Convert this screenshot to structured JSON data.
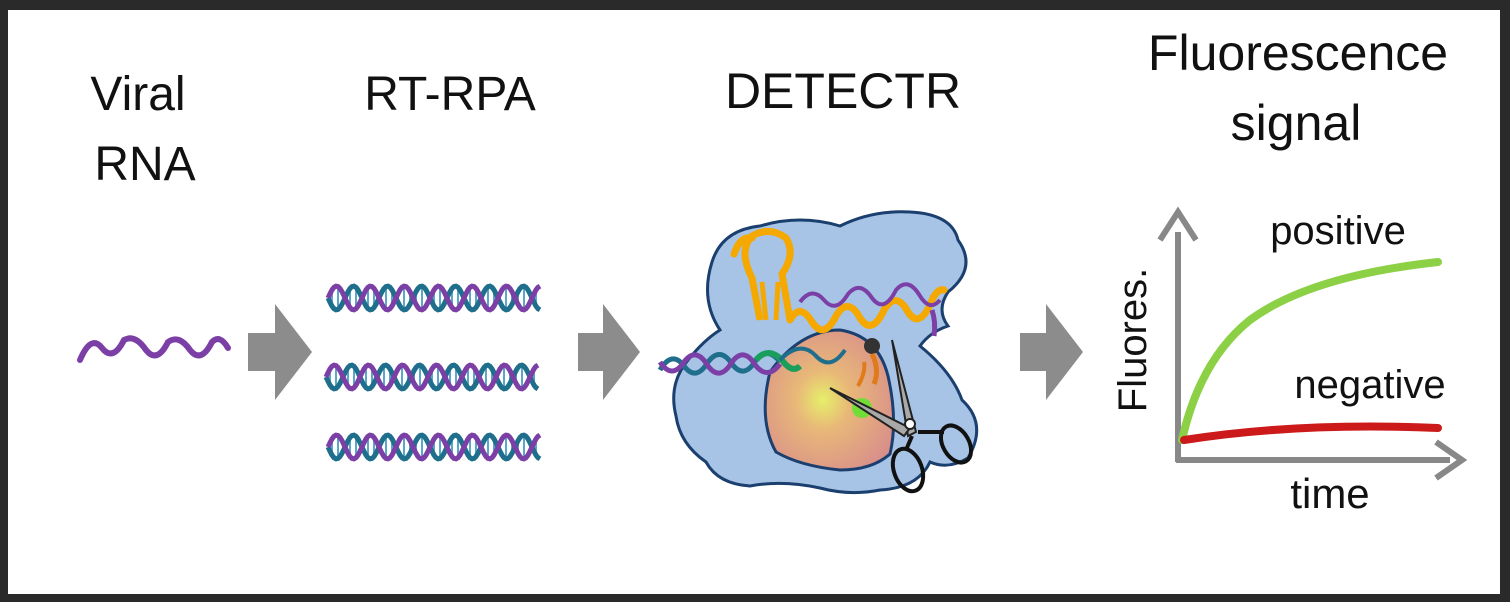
{
  "steps": {
    "viral_rna": {
      "line1": "Viral",
      "line2": "RNA"
    },
    "rt_rpa": {
      "label": "RT-RPA"
    },
    "detectr": {
      "label": "DETECTR"
    },
    "fluorescence": {
      "line1": "Fluorescence",
      "line2": "signal"
    }
  },
  "plot": {
    "y_label": "Fluores.",
    "x_label": "time",
    "positive_label": "positive",
    "negative_label": "negative"
  },
  "colors": {
    "rna_purple": "#7b3fa6",
    "dna_teal": "#1f6e8c",
    "arrow_gray": "#8c8c8c",
    "protein_blue": "#a7c4e6",
    "protein_outline": "#1b3f6e",
    "enzyme_red": "#d9908a",
    "guide_orange": "#f5a800",
    "target_green": "#1a9e5b",
    "positive_green": "#8cd046",
    "negative_red": "#cc1a1a",
    "axis_gray": "#888888"
  },
  "icons": [
    "scissors-icon"
  ]
}
